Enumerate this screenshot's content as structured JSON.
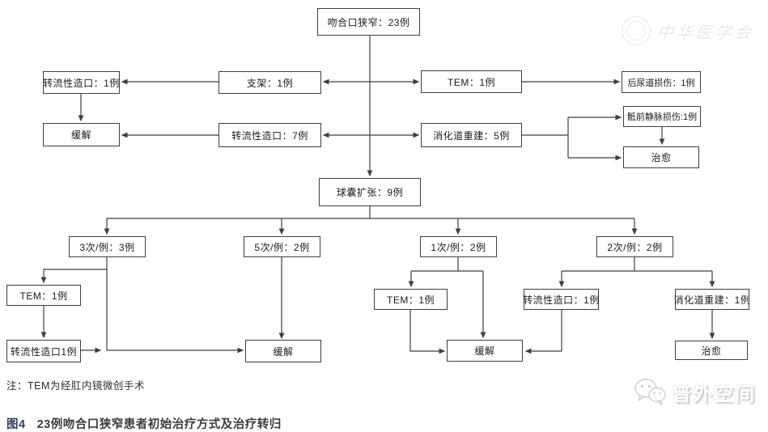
{
  "figure": {
    "note": "注：TEM为经肛内镜微创手术",
    "caption": {
      "tag": "图4",
      "text": "23例吻合口狭窄患者初始治疗方式及治疗转归"
    }
  },
  "watermarks": {
    "top_right": "中华医学会",
    "bottom_right": "普外空间"
  },
  "colors": {
    "background": "#ffffff",
    "box_border": "#3f3f3f",
    "connector_line": "#3f3f3f",
    "text": "#1b1b1b",
    "caption_tag": "#2f4061",
    "caption_text": "#3c3c3c",
    "watermark": "#e2e4e9"
  },
  "diagram": {
    "nodes": [
      {
        "id": "top",
        "label": "吻合口狭窄：23例"
      },
      {
        "id": "stoma1",
        "label": "转流性造口：1例"
      },
      {
        "id": "stent",
        "label": "支架：1例"
      },
      {
        "id": "tem_r2",
        "label": "TEM：1例"
      },
      {
        "id": "urethra",
        "label": "后尿道损伤：1例"
      },
      {
        "id": "relief_l",
        "label": "缓解"
      },
      {
        "id": "stoma7",
        "label": "转流性造口：7例"
      },
      {
        "id": "digest5",
        "label": "消化道重建：5例"
      },
      {
        "id": "presacral",
        "label": "骶前静脉损伤:1例"
      },
      {
        "id": "cure1",
        "label": "治愈"
      },
      {
        "id": "balloon",
        "label": "球囊扩张：9例"
      },
      {
        "id": "t3",
        "label": "3次/例：3例"
      },
      {
        "id": "t5",
        "label": "5次/例：2例"
      },
      {
        "id": "t1",
        "label": "1次/例：2例"
      },
      {
        "id": "t2",
        "label": "2次/例：2例"
      },
      {
        "id": "tem_bl",
        "label": "TEM：1例"
      },
      {
        "id": "stoma_bl",
        "label": "转流性造口1例"
      },
      {
        "id": "relief_bl",
        "label": "缓解"
      },
      {
        "id": "tem_bm",
        "label": "TEM：1例"
      },
      {
        "id": "relief_bm",
        "label": "缓解"
      },
      {
        "id": "stoma_br",
        "label": "转流性造口：1例"
      },
      {
        "id": "digest1",
        "label": "消化道重建：1例"
      },
      {
        "id": "cure_br",
        "label": "治愈"
      }
    ],
    "edges": [
      {
        "from": "top",
        "to": "stent"
      },
      {
        "from": "top",
        "to": "tem_r2"
      },
      {
        "from": "top",
        "to": "stoma7"
      },
      {
        "from": "top",
        "to": "digest5"
      },
      {
        "from": "top",
        "to": "balloon"
      },
      {
        "from": "stent",
        "to": "stoma1"
      },
      {
        "from": "stoma1",
        "to": "relief_l"
      },
      {
        "from": "stoma7",
        "to": "relief_l"
      },
      {
        "from": "tem_r2",
        "to": "urethra"
      },
      {
        "from": "digest5",
        "to": "presacral"
      },
      {
        "from": "digest5",
        "to": "cure1"
      },
      {
        "from": "presacral",
        "to": "cure1"
      },
      {
        "from": "balloon",
        "to": "t3"
      },
      {
        "from": "balloon",
        "to": "t5"
      },
      {
        "from": "balloon",
        "to": "t1"
      },
      {
        "from": "balloon",
        "to": "t2"
      },
      {
        "from": "t3",
        "to": "tem_bl"
      },
      {
        "from": "t3",
        "to": "relief_bl"
      },
      {
        "from": "tem_bl",
        "to": "stoma_bl"
      },
      {
        "from": "stoma_bl",
        "to": "relief_bl"
      },
      {
        "from": "t5",
        "to": "relief_bl"
      },
      {
        "from": "t1",
        "to": "tem_bm"
      },
      {
        "from": "t1",
        "to": "relief_bm"
      },
      {
        "from": "tem_bm",
        "to": "relief_bm"
      },
      {
        "from": "t2",
        "to": "stoma_br"
      },
      {
        "from": "t2",
        "to": "digest1"
      },
      {
        "from": "stoma_br",
        "to": "relief_bm"
      },
      {
        "from": "digest1",
        "to": "cure_br"
      }
    ]
  }
}
